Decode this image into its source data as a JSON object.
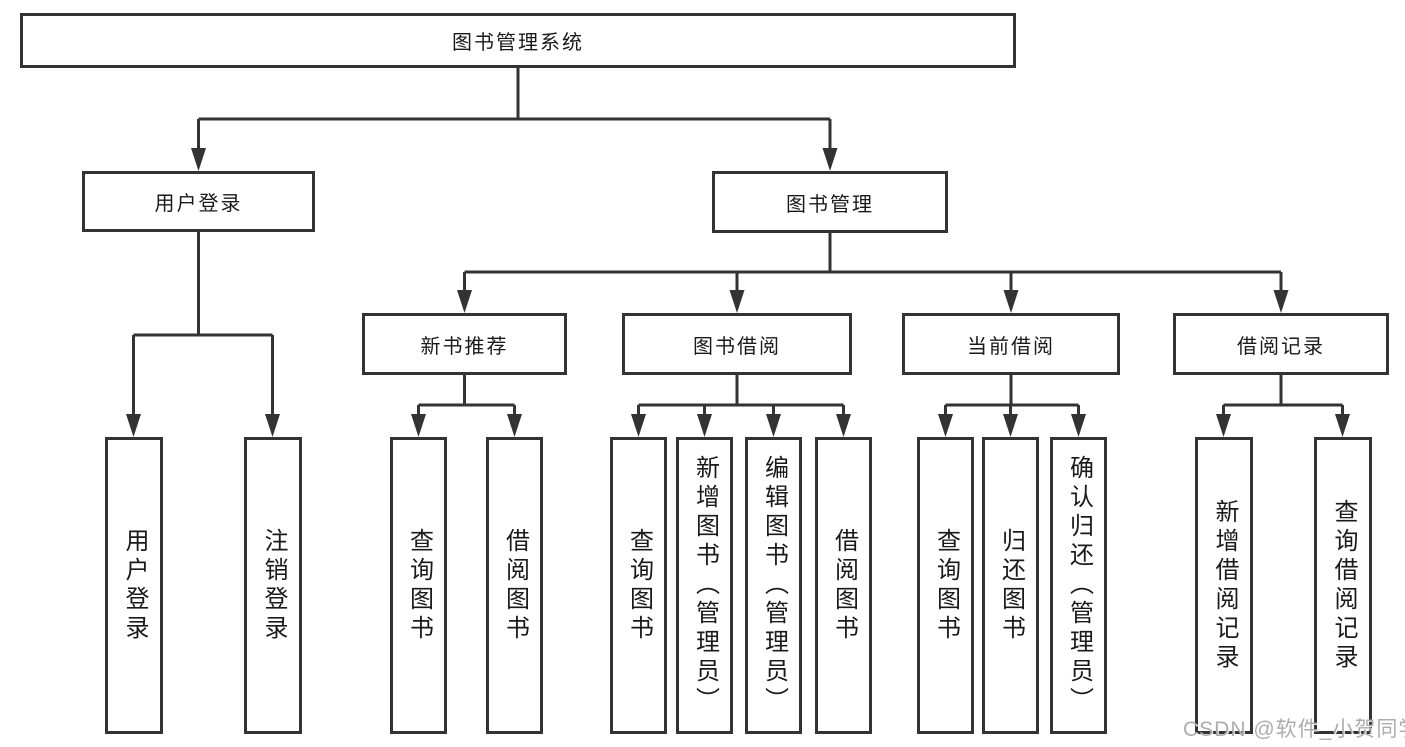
{
  "diagram": {
    "title": "图书管理系统",
    "root": {
      "label": "图书管理系统"
    },
    "branches": [
      {
        "label": "用户登录",
        "leaves": [
          "用户登录",
          "注销登录"
        ]
      },
      {
        "label": "图书管理",
        "modules": [
          {
            "label": "新书推荐",
            "leaves": [
              "查询图书",
              "借阅图书"
            ]
          },
          {
            "label": "图书借阅",
            "leaves": [
              "查询图书",
              "新增图书（管理员）",
              "编辑图书（管理员）",
              "借阅图书"
            ]
          },
          {
            "label": "当前借阅",
            "leaves": [
              "查询图书",
              "归还图书",
              "确认归还（管理员）"
            ]
          },
          {
            "label": "借阅记录",
            "leaves": [
              "新增借阅记录",
              "查询借阅记录"
            ]
          }
        ]
      }
    ]
  },
  "watermark": "CSDN @软件_小贺同学",
  "colors": {
    "line": "#333333",
    "box_border": "#333333",
    "box_fill": "#ffffff",
    "text": "#1a1a1a",
    "background": "#ffffff",
    "watermark": "#a6a6a6"
  }
}
